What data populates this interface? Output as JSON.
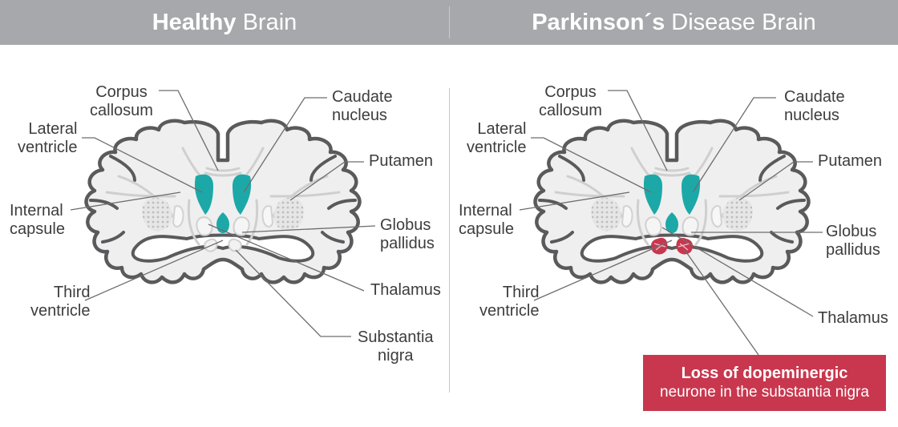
{
  "colors": {
    "header_bg": "#a7a8ab",
    "brain_fill": "#efefef",
    "brain_outline": "#5a5a5c",
    "ventricle": "#1da8a8",
    "nigra_loss": "#c8374e",
    "callout_bg": "#c8374e"
  },
  "header": {
    "left": {
      "bold": "Healthy",
      "rest": "Brain"
    },
    "right": {
      "bold": "Parkinson´s",
      "rest": "Disease Brain"
    }
  },
  "healthy": {
    "corpus_callosum": [
      "Corpus",
      "callosum"
    ],
    "lateral_ventricle": [
      "Lateral",
      "ventricle"
    ],
    "internal_capsule": [
      "Internal",
      "capsule"
    ],
    "third_ventricle": [
      "Third",
      "ventricle"
    ],
    "caudate_nucleus": [
      "Caudate",
      "nucleus"
    ],
    "putamen": "Putamen",
    "globus_pallidus": [
      "Globus",
      "pallidus"
    ],
    "thalamus": "Thalamus",
    "substantia_nigra": [
      "Substantia",
      "nigra"
    ]
  },
  "parkinsons": {
    "corpus_callosum": [
      "Corpus",
      "callosum"
    ],
    "lateral_ventricle": [
      "Lateral",
      "ventricle"
    ],
    "internal_capsule": [
      "Internal",
      "capsule"
    ],
    "third_ventricle": [
      "Third",
      "ventricle"
    ],
    "caudate_nucleus": [
      "Caudate",
      "nucleus"
    ],
    "putamen": "Putamen",
    "globus_pallidus": [
      "Globus",
      "pallidus"
    ],
    "thalamus": "Thalamus"
  },
  "callout": {
    "line1": "Loss of dopeminergic",
    "line2": "neurone in the substantia nigra"
  }
}
